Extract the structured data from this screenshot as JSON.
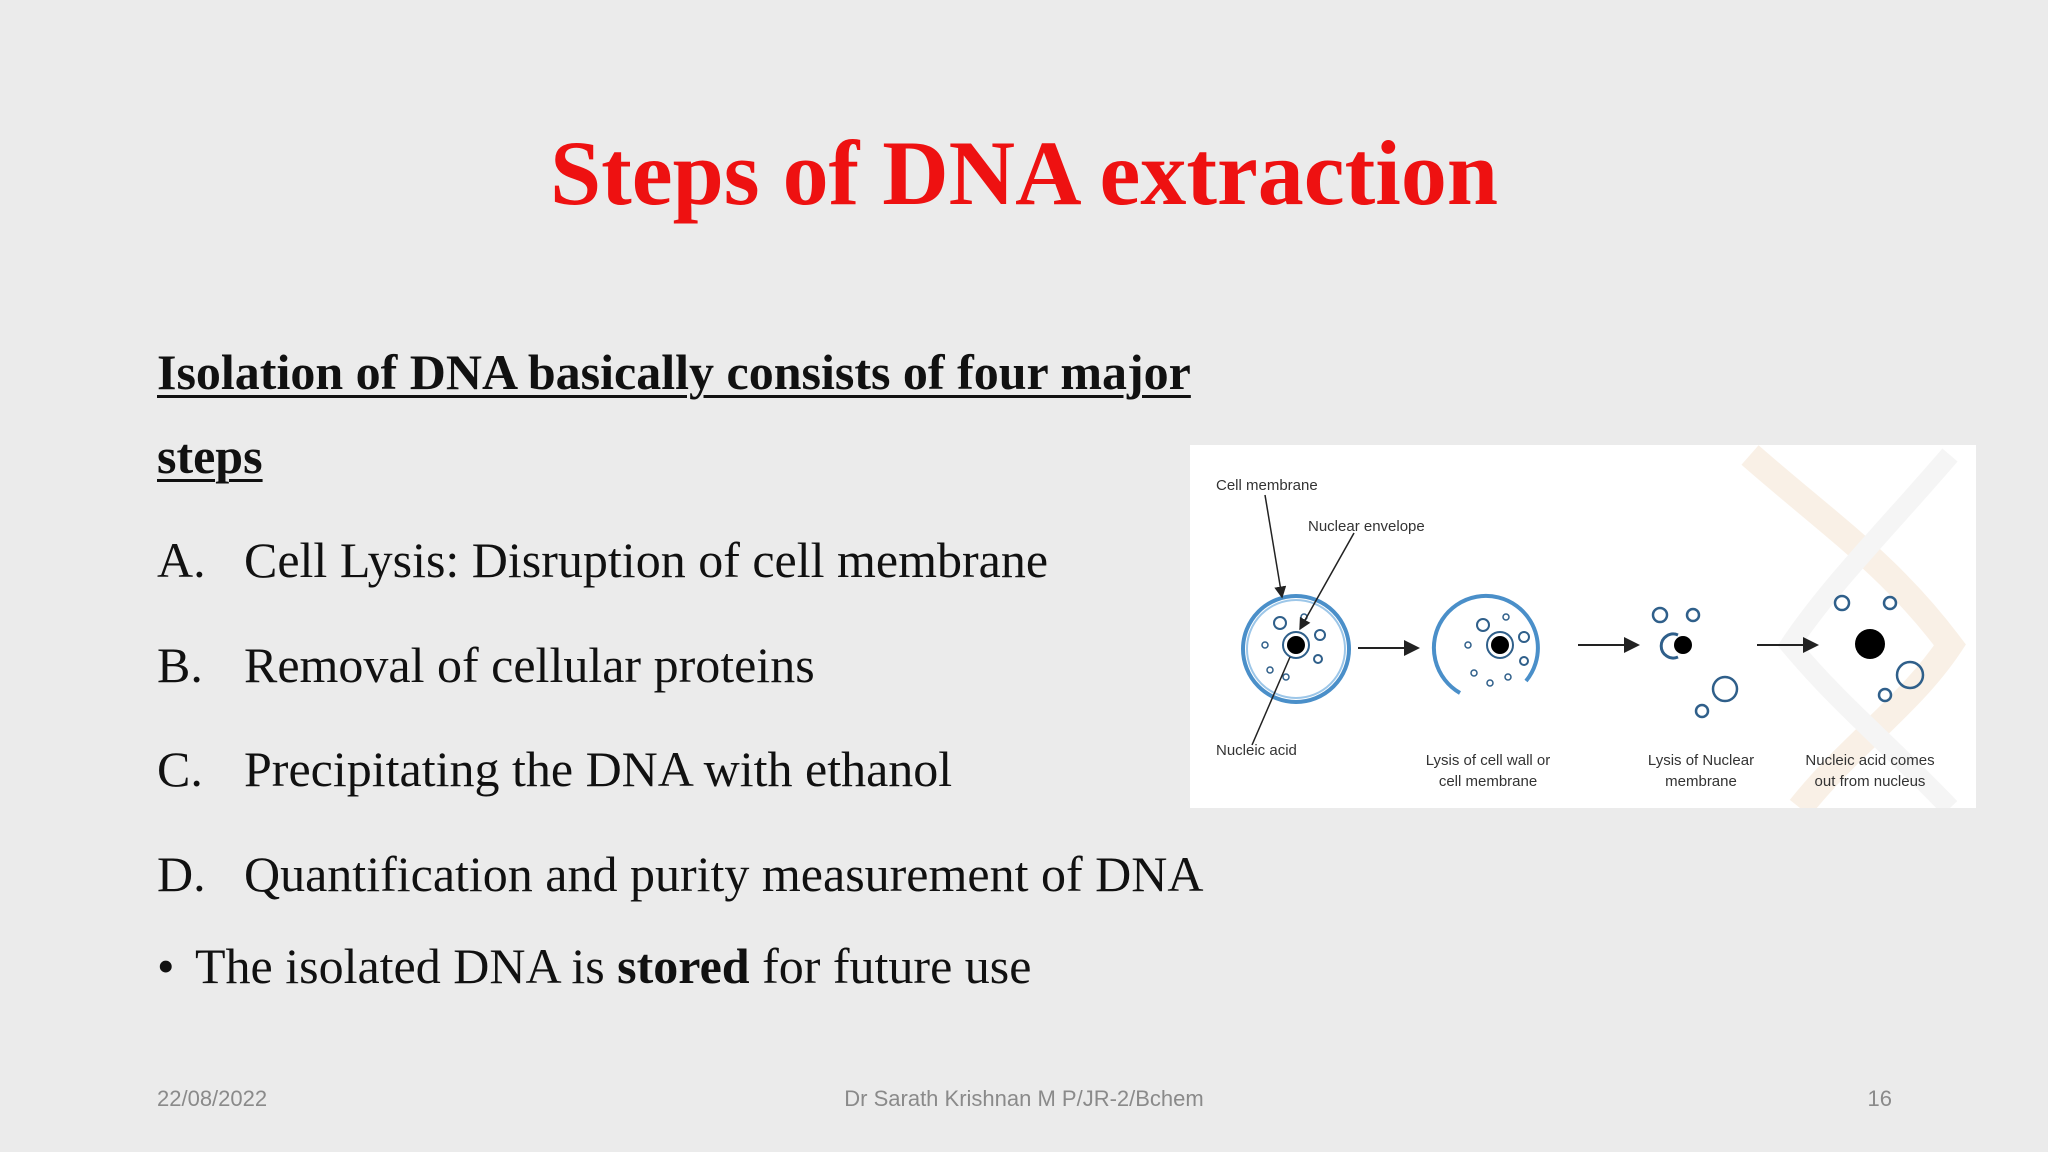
{
  "slide": {
    "title": "Steps of DNA extraction",
    "intro": "Isolation of DNA basically consists of four major steps",
    "steps": [
      {
        "letter": "A.",
        "text": "Cell Lysis: Disruption of cell membrane"
      },
      {
        "letter": "B.",
        "text": "Removal of cellular proteins"
      },
      {
        "letter": "C.",
        "text": "Precipitating the DNA with ethanol"
      },
      {
        "letter": "D.",
        "text": "Quantification and purity measurement of DNA"
      }
    ],
    "bullet": {
      "symbol": "•",
      "before": "The isolated DNA is ",
      "bold": "stored",
      "after": " for future use"
    }
  },
  "figure": {
    "labels": {
      "cell_membrane": "Cell membrane",
      "nuclear_envelope": "Nuclear envelope",
      "nucleic_acid": "Nucleic acid",
      "stage2_line1": "Lysis of cell wall or",
      "stage2_line2": "cell membrane",
      "stage3_line1": "Lysis of Nuclear",
      "stage3_line2": "membrane",
      "stage4_line1": "Nucleic acid comes",
      "stage4_line2": "out from nucleus"
    },
    "colors": {
      "membrane": "#4a8fc9",
      "outline": "#2f5f8a",
      "dot": "#000000"
    }
  },
  "footer": {
    "date": "22/08/2022",
    "author": "Dr Sarath Krishnan M P/JR-2/Bchem",
    "page": "16"
  },
  "colors": {
    "title": "#ee1111",
    "background": "#ebebeb",
    "footer_text": "#8a8a8a"
  }
}
